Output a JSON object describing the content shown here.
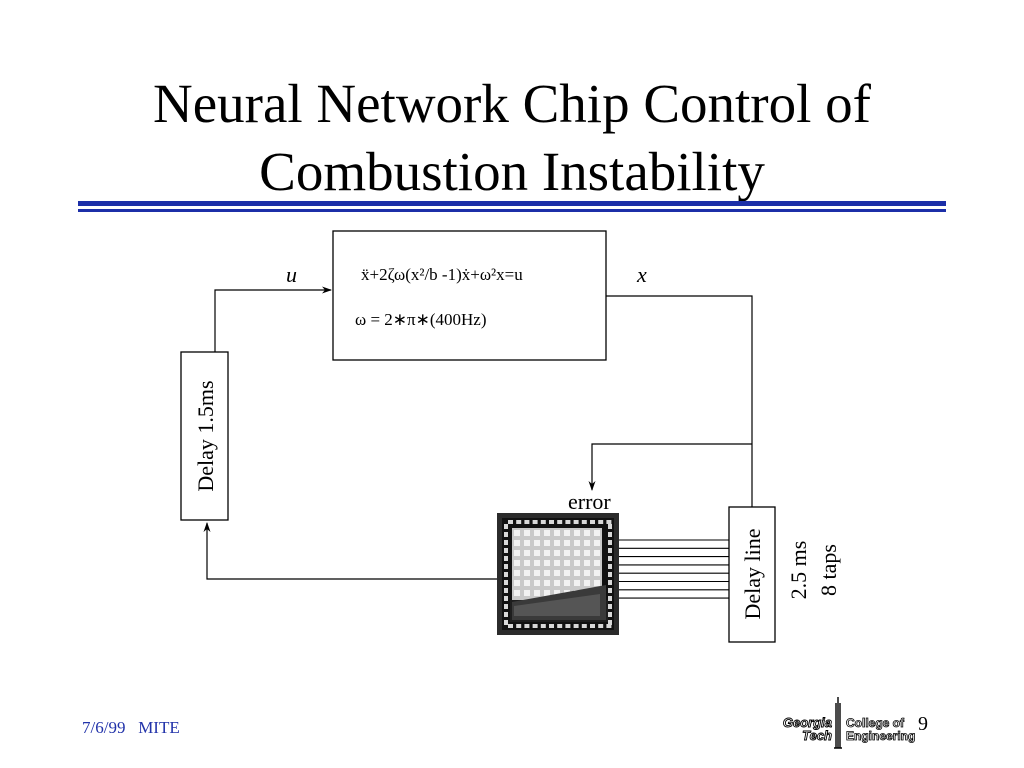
{
  "slide": {
    "title_line1": "Neural Network Chip Control of",
    "title_line2": "Combustion Instability",
    "footer_date": "7/6/99   MITE",
    "page_number": "9",
    "colors": {
      "rule": "#1c2fa8",
      "footer": "#2233aa"
    }
  },
  "diagram": {
    "input_label": "u",
    "output_label": "x",
    "equation": "ẍ+2ζω(x²/b -1)ẋ+ω²x=u",
    "omega": "ω = 2∗π∗(400Hz)",
    "delay_left": "Delay 1.5ms",
    "delay_line": "Delay line",
    "delay_spec1": "2.5 ms",
    "delay_spec2": "8 taps",
    "error_label": "error",
    "taps": 8
  },
  "logo": {
    "georgia": "Georgia",
    "tech": "Tech",
    "college_of": "College of",
    "engineering": "Engineering",
    "icon": "tower-icon"
  }
}
